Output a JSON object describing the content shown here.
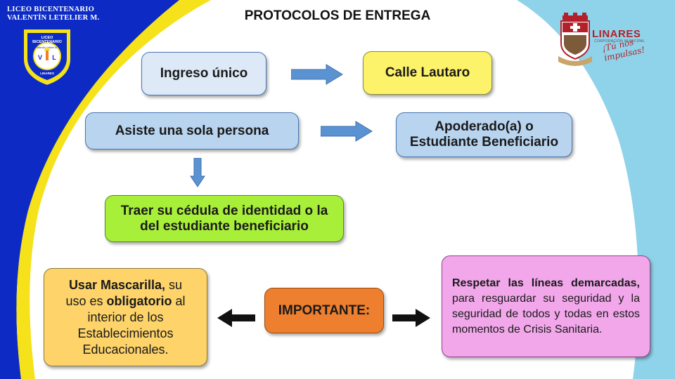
{
  "header": {
    "title": "PROTOCOLOS DE ENTREGA",
    "school_name_line1": "LICEO BICENTENARIO",
    "school_name_line2": "VALENTÍN LETELIER M."
  },
  "school_logo": {
    "top_text_line1": "LICEO",
    "top_text_line2": "BICENTENARIO",
    "arc_text": "Valentín Letelier M.",
    "initials_v": "V",
    "initials_l": "L",
    "bottom_text": "LINARES"
  },
  "municipal_logo": {
    "name": "LINARES",
    "subtitle": "CORPORACIÓN MUNICIPAL",
    "slogan": "¡Tú nos impulsas!"
  },
  "flow": {
    "ingreso": "Ingreso único",
    "calle": "Calle Lautaro",
    "asiste": "Asiste una sola persona",
    "apoderado_line1": "Apoderado(a) o",
    "apoderado_line2": "Estudiante Beneficiario",
    "traer_line1": "Traer su cédula de identidad o la",
    "traer_line2": "del estudiante beneficiario"
  },
  "important": {
    "label": "IMPORTANTE:",
    "left_b1": "Usar Mascarilla,",
    "left_t1": " su",
    "left_t2": "uso es ",
    "left_b2": "obligatorio",
    "left_t3": " al interior de los Establecimientos Educacionales.",
    "right_b1": "Respetar las líneas demarcadas,",
    "right_t1": " para resguardar su seguridad y la seguridad de todos y todas en estos momentos de Crisis Sanitaria."
  },
  "colors": {
    "blue_band": "#0d2bc4",
    "yellow_band": "#f5e21a",
    "light_blue_band": "#8fd3ea",
    "light_box": "#dde9f6",
    "yellow_box": "#fdf36b",
    "blue_box": "#b8d4ef",
    "green_box": "#a8ef3a",
    "orange_box": "#ee7f2e",
    "amber_box": "#fdd36a",
    "pink_box": "#f1a7ea",
    "arrow_blue": "#5b93d2"
  }
}
